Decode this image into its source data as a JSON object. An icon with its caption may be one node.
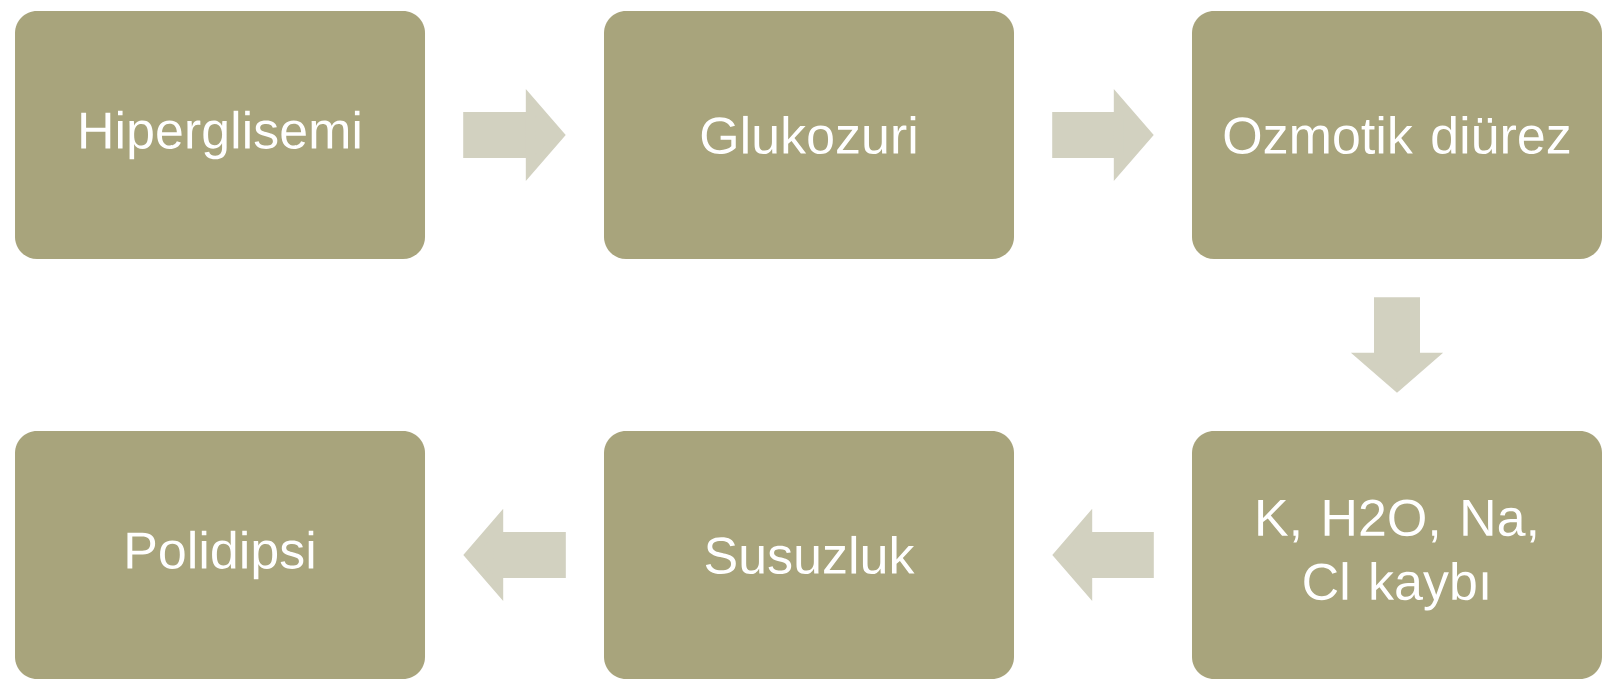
{
  "diagram": {
    "nodes": [
      {
        "text": [
          "Hiperglisemi"
        ]
      },
      {
        "text": [
          "Glukozuri"
        ]
      },
      {
        "text": [
          "Ozmotik diürez"
        ]
      },
      {
        "text": [
          "K, H2O, Na, Cl kaybı"
        ]
      },
      {
        "text": [
          "Susuzluk"
        ]
      },
      {
        "text": [
          "Polidipsi"
        ]
      }
    ],
    "edges": [
      {
        "from": 0,
        "to": 1,
        "arrow": "to"
      },
      {
        "from": 1,
        "to": 2,
        "arrow": "to"
      },
      {
        "from": 2,
        "to": 3,
        "arrow": "to"
      },
      {
        "from": 3,
        "to": 4,
        "arrow": "to"
      },
      {
        "from": 4,
        "to": 5,
        "arrow": "to"
      }
    ]
  }
}
